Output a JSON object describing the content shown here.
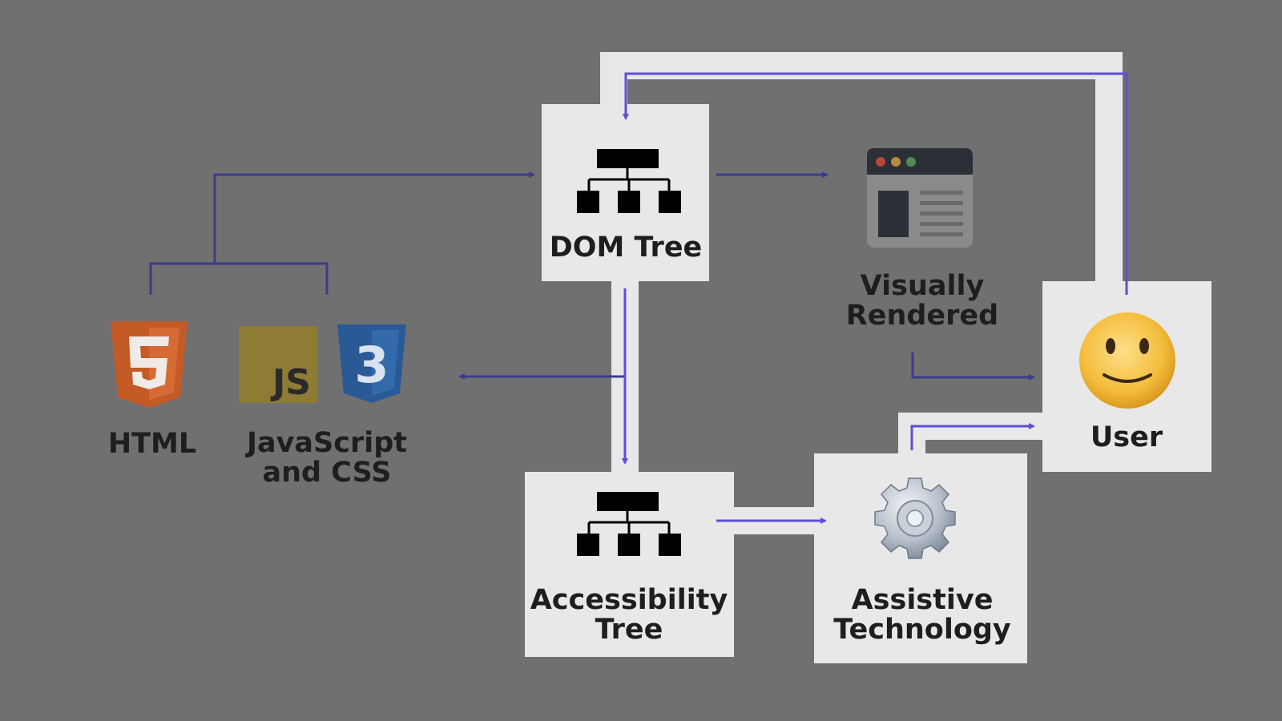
{
  "sources": {
    "html": {
      "label": "HTML",
      "icon": "html5-icon",
      "color": "#c45a26"
    },
    "js_css": {
      "label_line1": "JavaScript",
      "label_line2": "and CSS",
      "js_badge_text": "JS",
      "css_badge_text": "3",
      "js_color": "#8e7c35",
      "css_color": "#2a5a96"
    }
  },
  "nodes": {
    "dom_tree": {
      "label": "DOM Tree",
      "icon": "sitemap-icon"
    },
    "visually_rendered": {
      "label_line1": "Visually",
      "label_line2": "Rendered",
      "icon": "browser-window-icon"
    },
    "user": {
      "label": "User",
      "icon": "smiley-face-icon"
    },
    "accessibility_tree": {
      "label_line1": "Accessibility",
      "label_line2": "Tree",
      "icon": "sitemap-icon"
    },
    "assistive_technology": {
      "label_line1": "Assistive",
      "label_line2": "Technology",
      "icon": "gear-icon"
    }
  },
  "colors": {
    "background": "#707070",
    "box": "#e8e8e8",
    "arrow_dark": "#3b3b8c",
    "arrow_bright": "#5b4fd6",
    "label": "#1e1e1e"
  }
}
